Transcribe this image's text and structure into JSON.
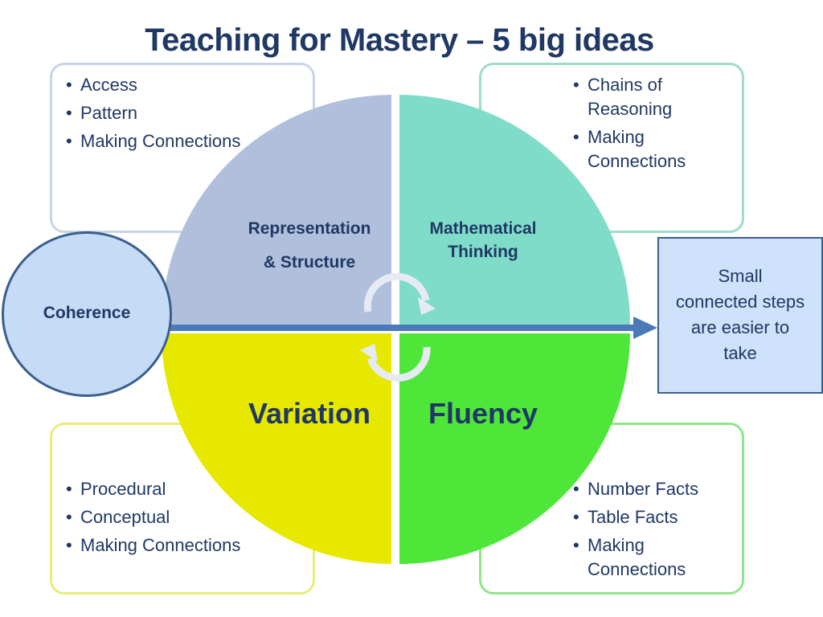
{
  "title": "Teaching for Mastery – 5 big ideas",
  "quadrants": {
    "representation": {
      "label_line1": "Representation",
      "label_line2": "& Structure",
      "color": "#b0c0dc",
      "bullets": [
        "Access",
        "Pattern",
        "Making Connections"
      ]
    },
    "mathematical_thinking": {
      "label_line1": "Mathematical",
      "label_line2": "Thinking",
      "color": "#7fdcc8",
      "bullets": [
        "Chains of Reasoning",
        "Making Connections"
      ]
    },
    "variation": {
      "label": "Variation",
      "color": "#e7e800",
      "bullets": [
        "Procedural",
        "Conceptual",
        "Making Connections"
      ]
    },
    "fluency": {
      "label": "Fluency",
      "color": "#4fe63a",
      "bullets": [
        "Number Facts",
        "Table Facts",
        "Making Connections"
      ]
    }
  },
  "coherence": {
    "label": "Coherence",
    "color": "#c6dcf6"
  },
  "note": {
    "line1": "Small",
    "line2": "connected steps",
    "line3": "are easier to",
    "line4": "take"
  },
  "colors": {
    "title": "#1f3864",
    "arrow": "#4a7ab8"
  }
}
